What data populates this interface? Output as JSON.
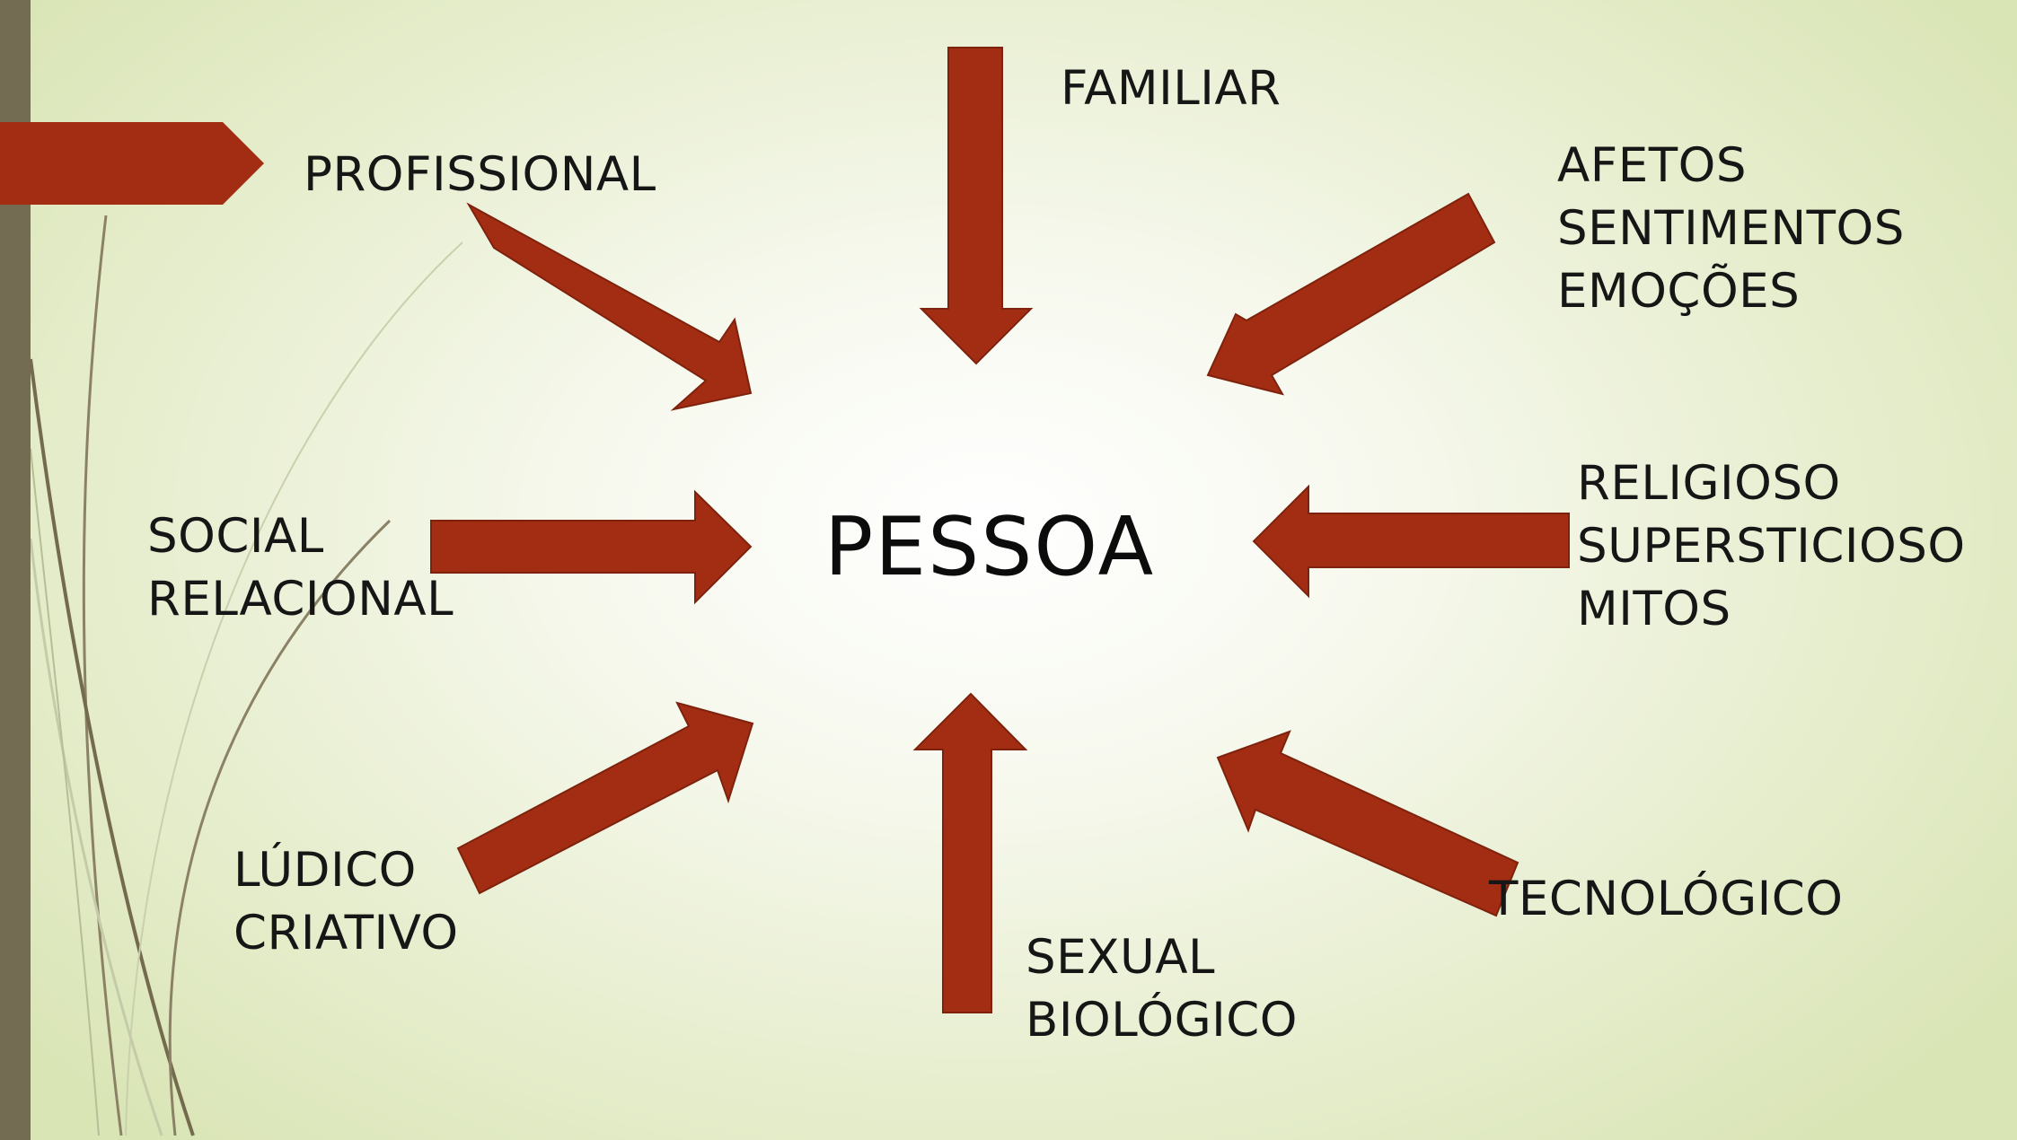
{
  "diagram": {
    "center_label": "PESSOA",
    "colors": {
      "arrow": "#a32d12",
      "accent_bar": "#736b52",
      "text": "#161616"
    },
    "dimensions": {
      "familiar": [
        "FAMILIAR"
      ],
      "afetos": [
        "AFETOS",
        "SENTIMENTOS",
        "EMOÇÕES"
      ],
      "religioso": [
        "RELIGIOSO",
        "SUPERSTICIOSO",
        "MITOS"
      ],
      "tecnologico": [
        "TECNOLÓGICO"
      ],
      "sexual": [
        "SEXUAL",
        "BIOLÓGICO"
      ],
      "ludico": [
        "LÚDICO",
        "CRIATIVO"
      ],
      "social": [
        "SOCIAL",
        "RELACIONAL"
      ],
      "profissional": [
        "PROFISSIONAL"
      ]
    }
  }
}
